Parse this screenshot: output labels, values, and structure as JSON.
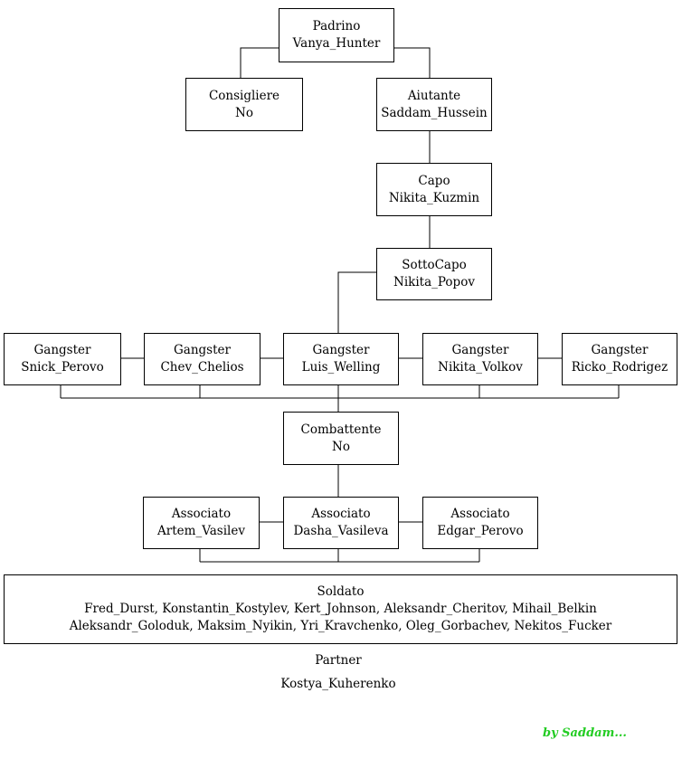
{
  "padrino": {
    "title": "Padrino",
    "name": "Vanya_Hunter"
  },
  "consigliere": {
    "title": "Consigliere",
    "name": "No"
  },
  "aiutante": {
    "title": "Aiutante",
    "name": "Saddam_Hussein"
  },
  "capo": {
    "title": "Capo",
    "name": "Nikita_Kuzmin"
  },
  "sottocapo": {
    "title": "SottoCapo",
    "name": "Nikita_Popov"
  },
  "gangsters": [
    {
      "title": "Gangster",
      "name": "Snick_Perovo"
    },
    {
      "title": "Gangster",
      "name": "Chev_Chelios"
    },
    {
      "title": "Gangster",
      "name": "Luis_Welling"
    },
    {
      "title": "Gangster",
      "name": "Nikita_Volkov"
    },
    {
      "title": "Gangster",
      "name": "Ricko_Rodrigez"
    }
  ],
  "combattente": {
    "title": "Combattente",
    "name": "No"
  },
  "associati": [
    {
      "title": "Associato",
      "name": "Artem_Vasilev"
    },
    {
      "title": "Associato",
      "name": "Dasha_Vasileva"
    },
    {
      "title": "Associato",
      "name": "Edgar_Perovo"
    }
  ],
  "soldato": {
    "title": "Soldato",
    "line1": "Fred_Durst, Konstantin_Kostylev, Kert_Johnson, Aleksandr_Cheritov, Mihail_Belkin",
    "line2": "Aleksandr_Goloduk, Maksim_Nyikin, Yri_Kravchenko, Oleg_Gorbachev, Nekitos_Fucker"
  },
  "partner": {
    "title": "Partner",
    "name": "Kostya_Kuherenko"
  },
  "signature": {
    "text": "by Saddam...",
    "color": "#22cc22"
  }
}
